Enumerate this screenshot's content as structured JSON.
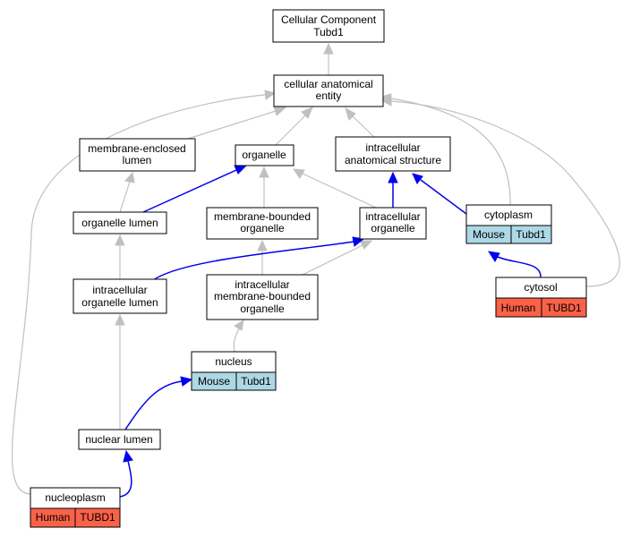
{
  "nodes": {
    "cellular_component": [
      "Cellular Component",
      "Tubd1"
    ],
    "cellular_anatomical_entity": [
      "cellular anatomical",
      "entity"
    ],
    "membrane_enclosed_lumen": [
      "membrane-enclosed",
      "lumen"
    ],
    "organelle": [
      "organelle"
    ],
    "intracellular_anatomical_structure": [
      "intracellular",
      "anatomical structure"
    ],
    "organelle_lumen": [
      "organelle lumen"
    ],
    "membrane_bounded_organelle": [
      "membrane-bounded",
      "organelle"
    ],
    "intracellular_organelle": [
      "intracellular",
      "organelle"
    ],
    "cytoplasm": [
      "cytoplasm"
    ],
    "intracellular_organelle_lumen": [
      "intracellular",
      "organelle lumen"
    ],
    "intracellular_membrane_bounded_organelle": [
      "intracellular",
      "membrane-bounded",
      "organelle"
    ],
    "cytosol": [
      "cytosol"
    ],
    "nucleus": [
      "nucleus"
    ],
    "nuclear_lumen": [
      "nuclear lumen"
    ],
    "nucleoplasm": [
      "nucleoplasm"
    ]
  },
  "annotations": {
    "cytoplasm": {
      "species": "Mouse",
      "gene": "Tubd1"
    },
    "nucleus": {
      "species": "Mouse",
      "gene": "Tubd1"
    },
    "cytosol": {
      "species": "Human",
      "gene": "TUBD1"
    },
    "nucleoplasm": {
      "species": "Human",
      "gene": "TUBD1"
    }
  },
  "colors": {
    "mouse": "#add8e6",
    "human": "#fa6248",
    "is_a_edge": "#c0c0c0",
    "part_of_edge": "#0000ee"
  }
}
